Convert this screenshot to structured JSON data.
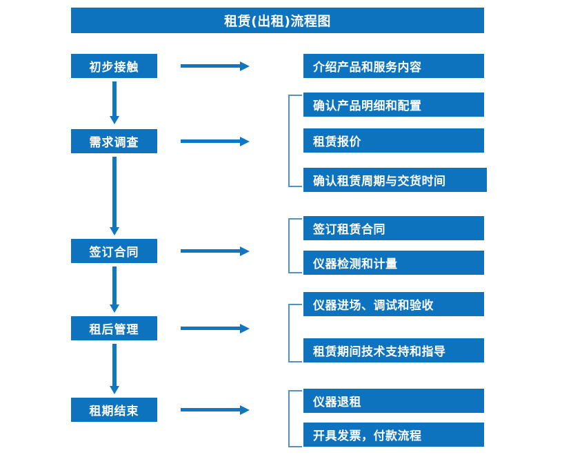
{
  "title": "租赁(出租)流程图",
  "colors": {
    "box_fill": "#0d73bf",
    "box_text": "#ffffff",
    "arrow": "#0f76c0",
    "bracket": "#5590c4",
    "background": "#ffffff"
  },
  "stages": [
    {
      "label": "初步接触"
    },
    {
      "label": "需求调查"
    },
    {
      "label": "签订合同"
    },
    {
      "label": "租后管理"
    },
    {
      "label": "租期结束"
    }
  ],
  "details": [
    {
      "label": "介绍产品和服务内容"
    },
    {
      "label": "确认产品明细和配置"
    },
    {
      "label": "租赁报价"
    },
    {
      "label": "确认租赁周期与交货时间"
    },
    {
      "label": "签订租赁合同"
    },
    {
      "label": "仪器检测和计量"
    },
    {
      "label": "仪器进场、调试和验收"
    },
    {
      "label": "租赁期间技术支持和指导"
    },
    {
      "label": "仪器退租"
    },
    {
      "label": "开具发票，付款流程"
    }
  ],
  "groups": [
    {
      "stage": "初步接触",
      "details": [
        "介绍产品和服务内容"
      ],
      "bracketed": false
    },
    {
      "stage": "需求调查",
      "details": [
        "确认产品明细和配置",
        "租赁报价",
        "确认租赁周期与交货时间"
      ],
      "bracketed": true
    },
    {
      "stage": "签订合同",
      "details": [
        "签订租赁合同",
        "仪器检测和计量"
      ],
      "bracketed": true
    },
    {
      "stage": "租后管理",
      "details": [
        "仪器进场、调试和验收",
        "租赁期间技术支持和指导"
      ],
      "bracketed": true
    },
    {
      "stage": "租期结束",
      "details": [
        "仪器退租",
        "开具发票，付款流程"
      ],
      "bracketed": true
    }
  ]
}
